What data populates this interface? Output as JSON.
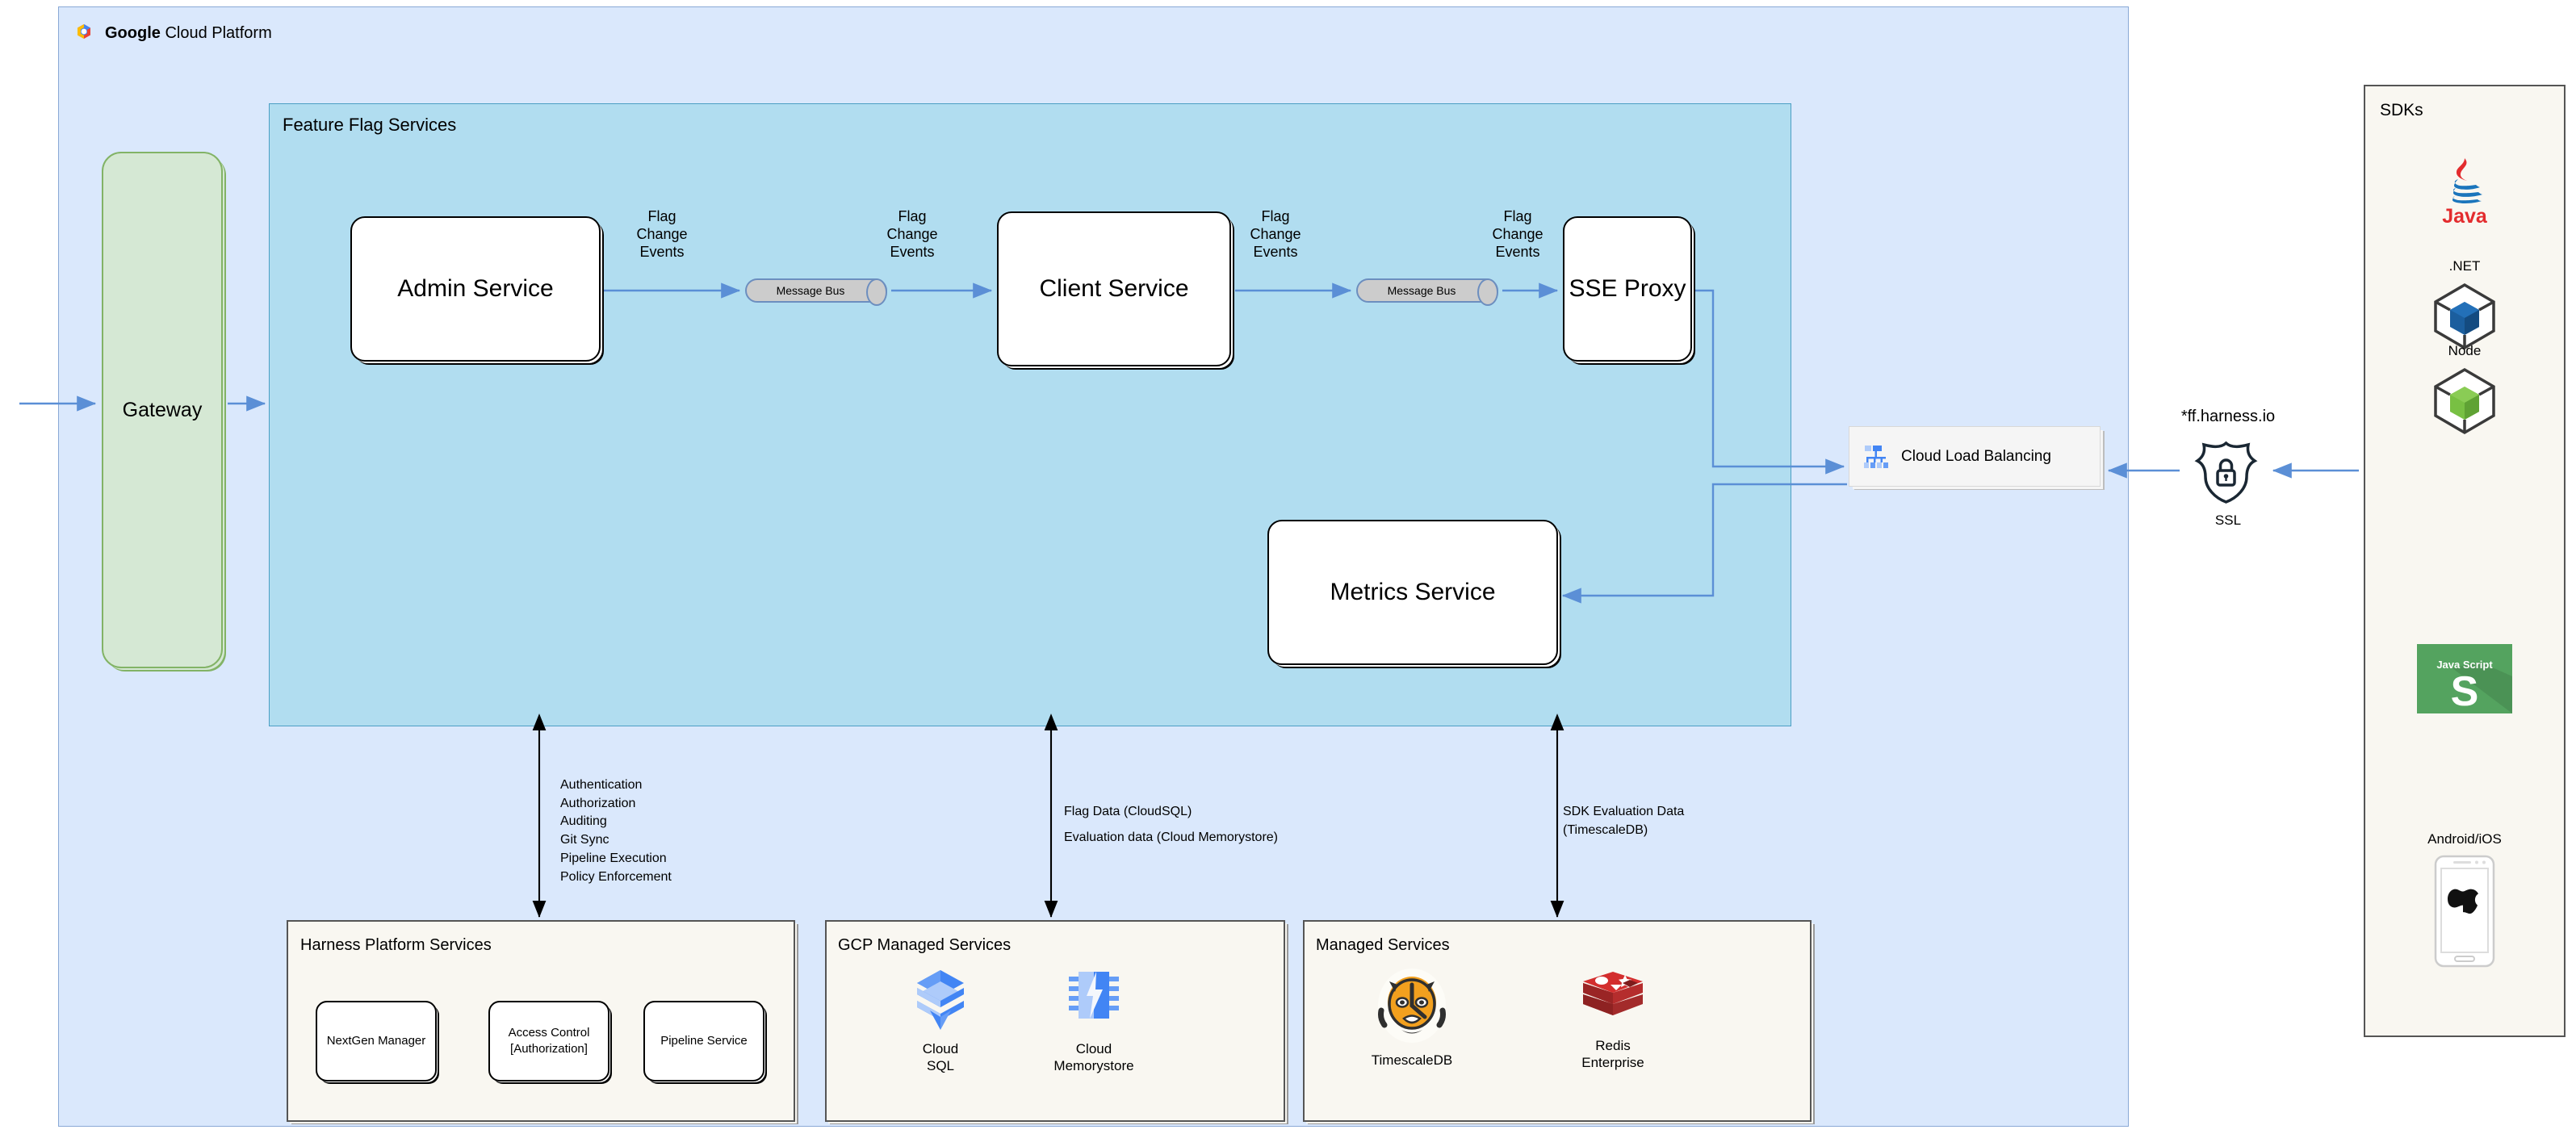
{
  "gcp": {
    "title_bold": "Google",
    "title_rest": " Cloud Platform",
    "logo_icon": "google-cloud-logo-icon"
  },
  "gateway": {
    "label": "Gateway"
  },
  "feature_flag_services": {
    "title": "Feature Flag Services",
    "services": [
      {
        "id": "admin-service",
        "label": "Admin Service"
      },
      {
        "id": "client-service",
        "label": "Client Service"
      },
      {
        "id": "sse-proxy",
        "label": "SSE Proxy"
      },
      {
        "id": "metrics-service",
        "label": "Metrics Service"
      }
    ],
    "message_buses": [
      {
        "id": "message-bus-1",
        "label": "Message Bus"
      },
      {
        "id": "message-bus-2",
        "label": "Message Bus"
      }
    ],
    "edge_labels": [
      {
        "id": "flag-change-events-1",
        "label": "Flag\nChange\nEvents"
      },
      {
        "id": "flag-change-events-2",
        "label": "Flag\nChange\nEvents"
      },
      {
        "id": "flag-change-events-3",
        "label": "Flag\nChange\nEvents"
      },
      {
        "id": "flag-change-events-4",
        "label": "Flag\nChange\nEvents"
      }
    ]
  },
  "load_balancer": {
    "label": "Cloud Load Balancing",
    "icon": "cloud-load-balancing-icon"
  },
  "ingress": {
    "domain": "*ff.harness.io",
    "ssl_label": "SSL",
    "ssl_icon": "ssl-shield-lock-icon"
  },
  "sdks": {
    "title": "SDKs",
    "items": [
      {
        "name": "",
        "icon": "java-logo-icon",
        "word": "Java"
      },
      {
        "name": ".NET",
        "icon": "dotnet-cube-icon"
      },
      {
        "name": "Node",
        "icon": "node-cube-icon"
      },
      {
        "name": "",
        "icon": "javascript-logo-icon",
        "word": "Java Script"
      },
      {
        "name": "Android/iOS",
        "icon": "mobile-phone-apple-icon"
      }
    ]
  },
  "annotations": {
    "harness_platform": [
      "Authentication",
      "Authorization",
      "Auditing",
      "Git Sync",
      "Pipeline Execution",
      "Policy Enforcement"
    ],
    "flag_data_line1": "Flag Data (CloudSQL)",
    "flag_data_line2": "Evaluation data (Cloud Memorystore)",
    "sdk_data_line1": "SDK Evaluation Data",
    "sdk_data_line2": "(TimescaleDB)"
  },
  "harness_platform_services": {
    "title": "Harness Platform Services",
    "items": [
      {
        "label": "NextGen Manager"
      },
      {
        "label": "Access Control\n[Authorization]"
      },
      {
        "label": "Pipeline Service"
      }
    ]
  },
  "gcp_managed_services": {
    "title": "GCP Managed Services",
    "items": [
      {
        "label": "Cloud\nSQL",
        "icon": "cloud-sql-icon"
      },
      {
        "label": "Cloud\nMemorystore",
        "icon": "cloud-memorystore-icon"
      }
    ]
  },
  "managed_services": {
    "title": "Managed Services",
    "items": [
      {
        "label": "TimescaleDB",
        "icon": "timescaledb-tiger-icon"
      },
      {
        "label": "Redis\nEnterprise",
        "icon": "redis-logo-icon"
      }
    ]
  },
  "colors": {
    "gcp_panel": "#DAE8FC",
    "ffs_panel": "#B1DDF0",
    "gateway": "#D5E8D4",
    "beige_panel": "#F9F7F1",
    "arrow_blue": "#6c8ebf",
    "message_bus": "#CCCCCC"
  }
}
